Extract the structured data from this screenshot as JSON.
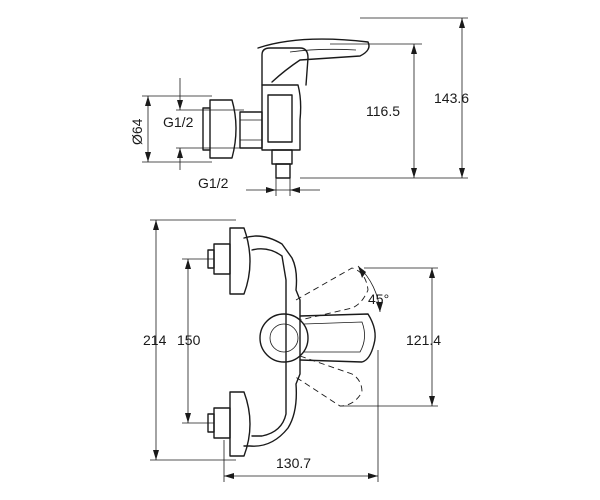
{
  "side_view": {
    "diameter_label": "Ø64",
    "inlet_thread_label": "G1/2",
    "outlet_thread_label": "G1/2",
    "outlet_height_label": "116.5",
    "total_height_label": "143.6"
  },
  "front_view": {
    "total_height_label": "214",
    "inlet_spacing_label": "150",
    "lever_height_label": "121.4",
    "lever_angle_label": "45°",
    "depth_label": "130.7"
  }
}
